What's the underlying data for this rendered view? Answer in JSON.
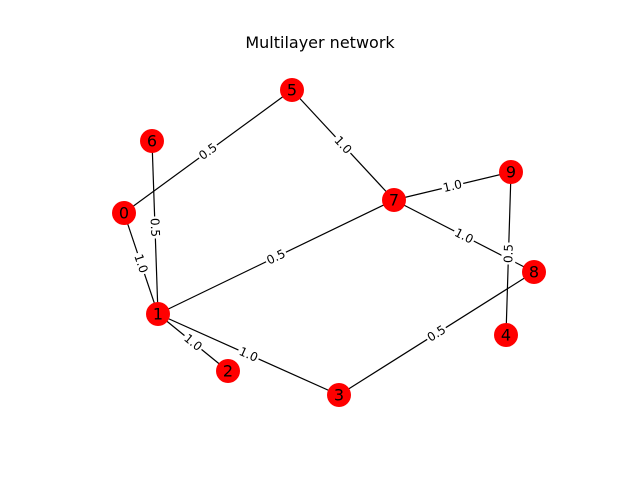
{
  "title": "Multilayer network",
  "node_color": "#ff0000",
  "nodes": [
    "0",
    "1",
    "2",
    "3",
    "4",
    "5",
    "6",
    "7",
    "8",
    "9"
  ],
  "edges": [
    {
      "source": "0",
      "target": "5",
      "weight": "0.5"
    },
    {
      "source": "5",
      "target": "7",
      "weight": "1.0"
    },
    {
      "source": "6",
      "target": "1",
      "weight": "0.5"
    },
    {
      "source": "0",
      "target": "1",
      "weight": "1.0"
    },
    {
      "source": "1",
      "target": "2",
      "weight": "1.0"
    },
    {
      "source": "1",
      "target": "3",
      "weight": "1.0"
    },
    {
      "source": "7",
      "target": "1",
      "weight": "0.5"
    },
    {
      "source": "7",
      "target": "9",
      "weight": "1.0"
    },
    {
      "source": "7",
      "target": "8",
      "weight": "1.0"
    },
    {
      "source": "9",
      "target": "4",
      "weight": "0.5"
    },
    {
      "source": "3",
      "target": "8",
      "weight": "0.5"
    }
  ]
}
